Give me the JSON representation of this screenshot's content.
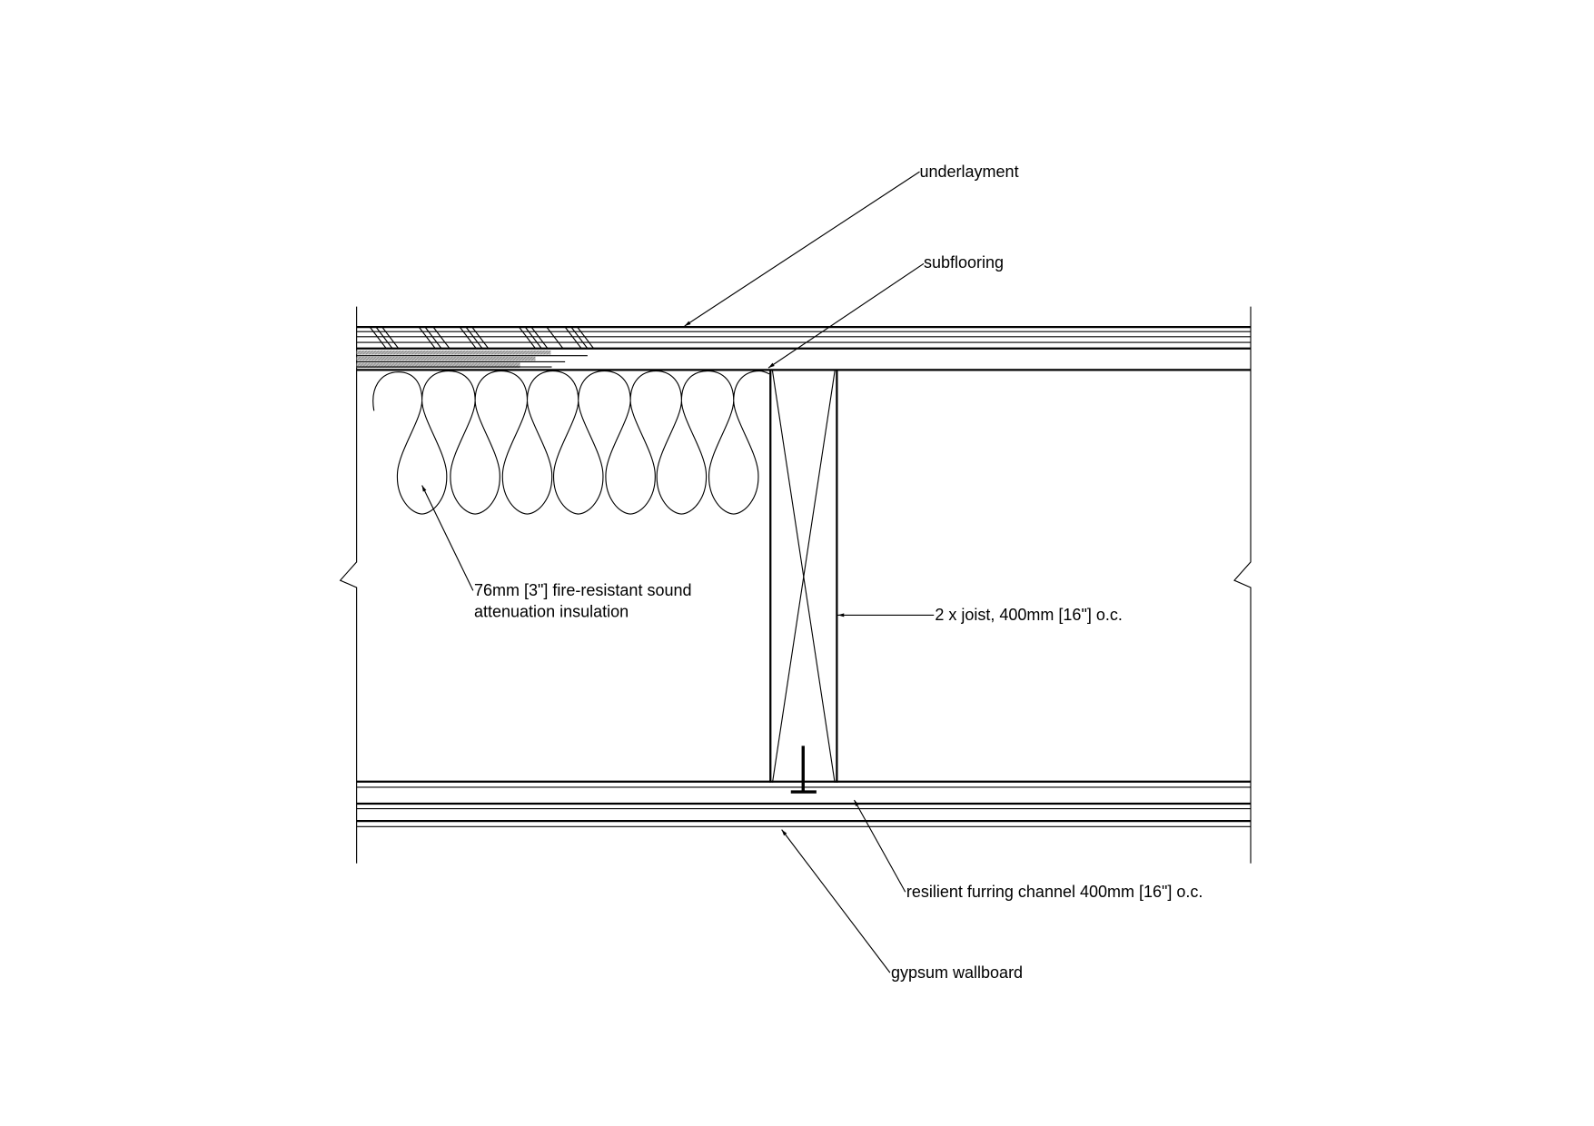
{
  "labels": {
    "underlayment": "underlayment",
    "subflooring": "subflooring",
    "insulation_line1": "76mm [3\"] fire-resistant sound",
    "insulation_line2": "attenuation insulation",
    "joist": "2 x joist, 400mm [16\"] o.c.",
    "furring": "resilient furring channel 400mm [16\"] o.c.",
    "gypsum": "gypsum wallboard"
  }
}
